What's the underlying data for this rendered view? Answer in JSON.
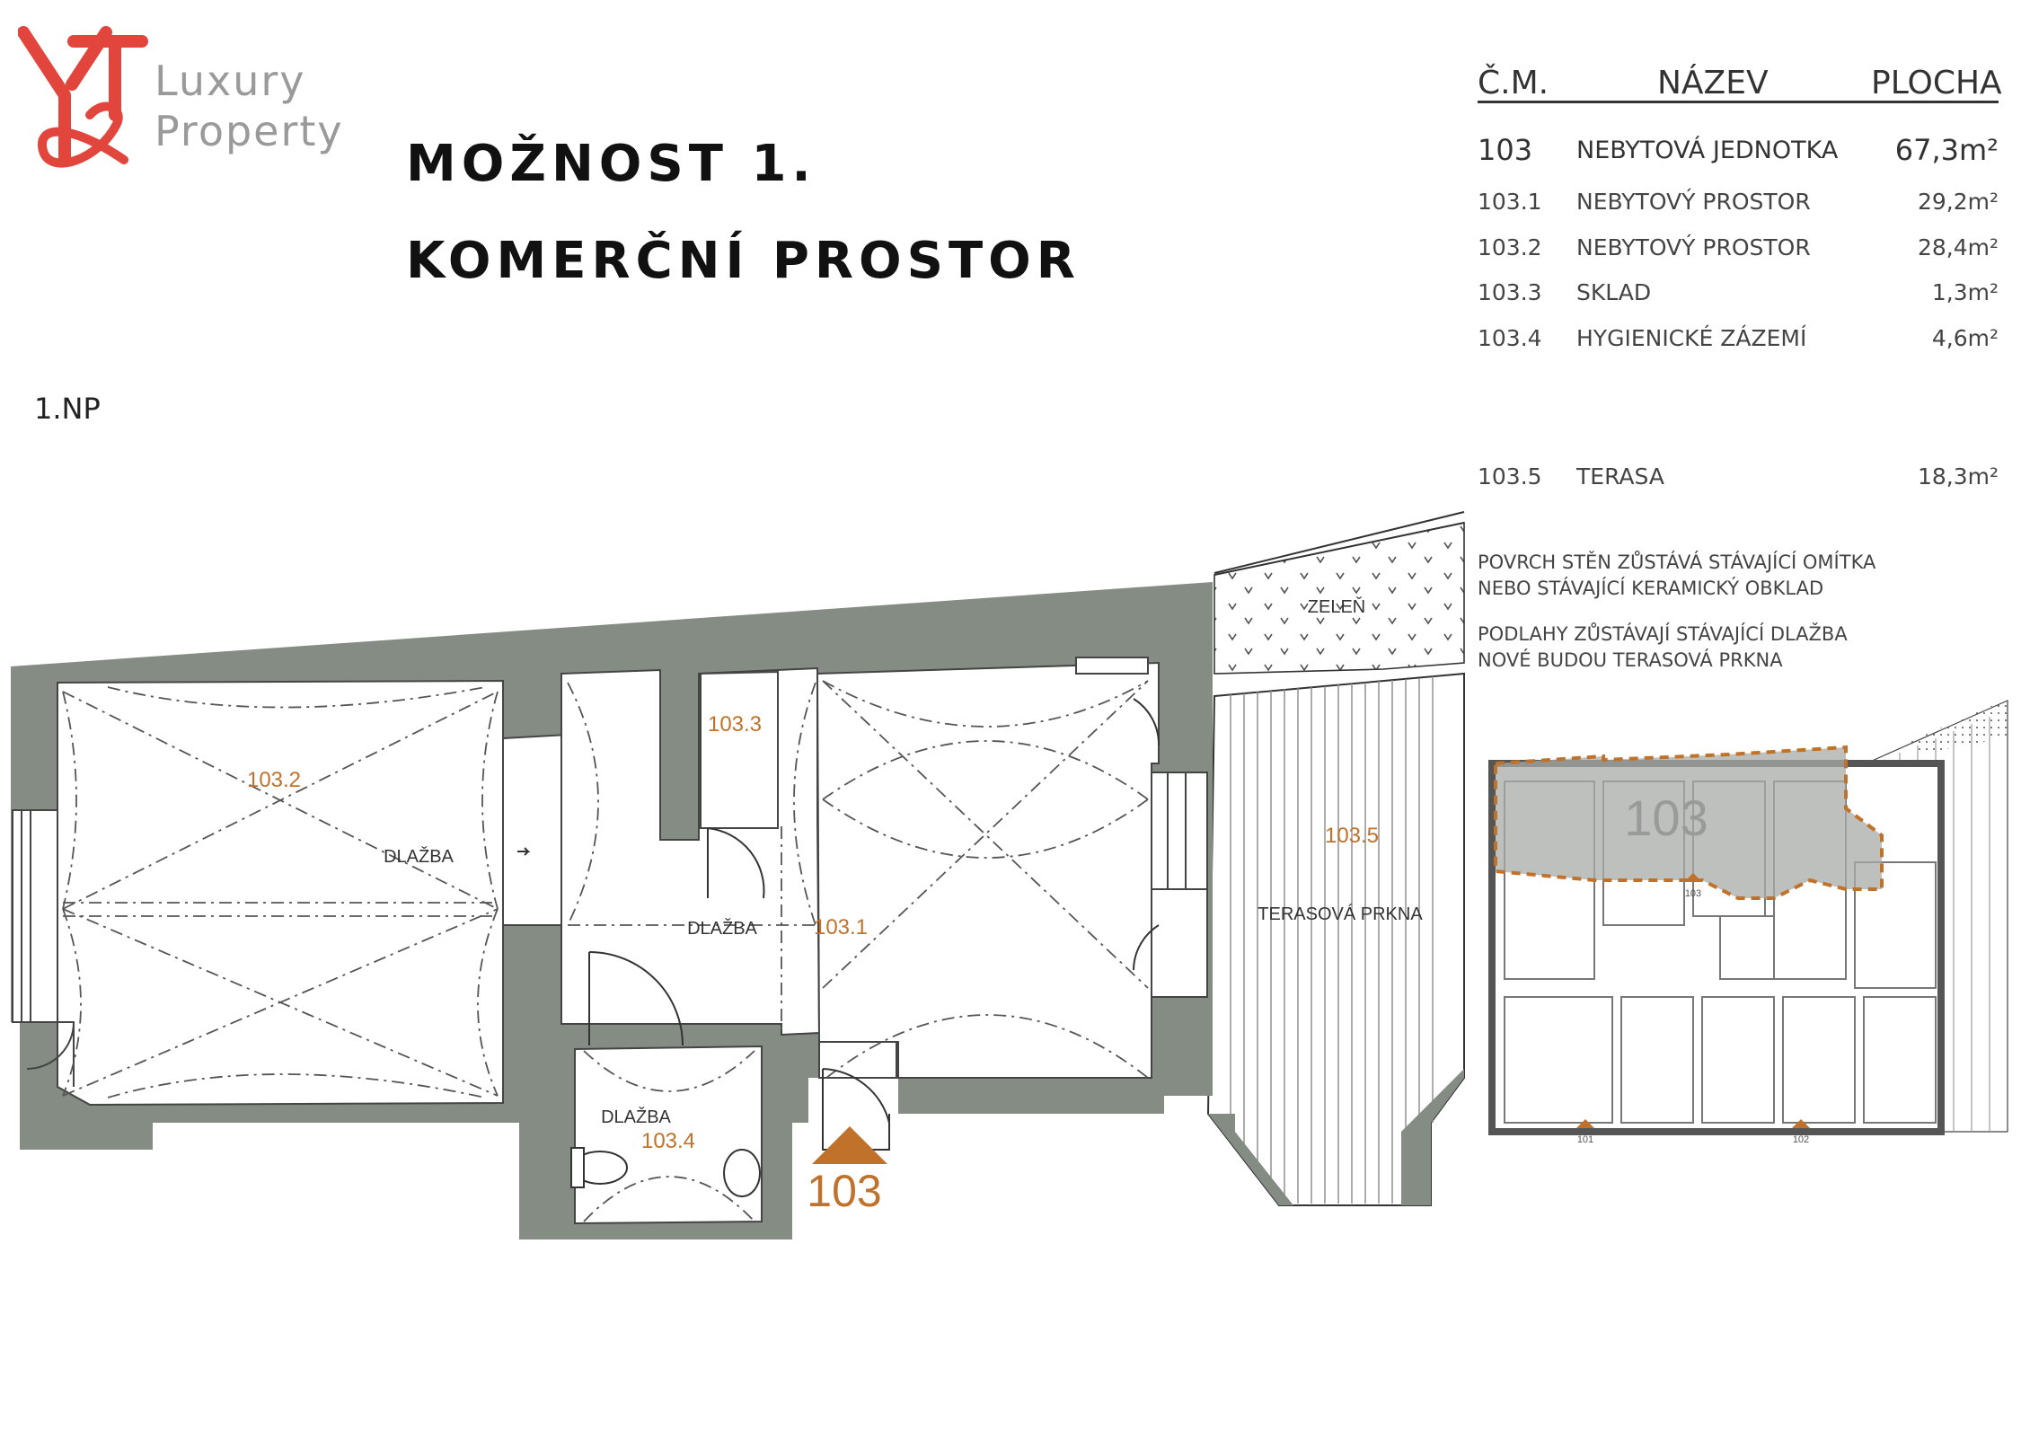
{
  "logo": {
    "monogram": "Y&T",
    "line1": "Luxury",
    "line2": "Property",
    "color": "#e2453c"
  },
  "heading": {
    "line1": "MOŽNOST 1.",
    "line2": "KOMERČNÍ PROSTOR"
  },
  "floor_label": "1.NP",
  "table": {
    "headers": [
      "Č.M.",
      "NÁZEV",
      "PLOCHA"
    ],
    "rows": [
      {
        "id": "103",
        "name": "NEBYTOVÁ JEDNOTKA",
        "area": "67,3m²"
      },
      {
        "id": "103.1",
        "name": "NEBYTOVÝ PROSTOR",
        "area": "29,2m²"
      },
      {
        "id": "103.2",
        "name": "NEBYTOVÝ PROSTOR",
        "area": "28,4m²"
      },
      {
        "id": "103.3",
        "name": "SKLAD",
        "area": "1,3m²"
      },
      {
        "id": "103.4",
        "name": "HYGIENICKÉ ZÁZEMÍ",
        "area": "4,6m²"
      },
      {
        "id": "103.5",
        "name": "TERASA",
        "area": "18,3m²"
      }
    ]
  },
  "notes": [
    "POVRCH STĚN ZŮSTÁVÁ STÁVAJÍCÍ OMÍTKA",
    "NEBO STÁVAJÍCÍ KERAMICKÝ OBKLAD",
    "PODLAHY ZŮSTÁVAJÍ STÁVAJÍCÍ  DLAŽBA",
    "NOVÉ BUDOU TERASOVÁ PRKNA"
  ],
  "plan": {
    "rooms": {
      "r1032": "103.2",
      "r1033": "103.3",
      "r1031": "103.1",
      "r1034": "103.4",
      "r1035": "103.5"
    },
    "floor_labels": {
      "dlazba": "DLAŽBA",
      "terasa": "TERASOVÁ  PRKNA",
      "zelen": "ZELEŇ"
    },
    "entrance_number": "103",
    "wall_color": "#848c84",
    "accent_color": "#c0722b"
  },
  "minimap": {
    "unit_label": "103",
    "entrances": [
      "101",
      "102",
      "103"
    ]
  }
}
